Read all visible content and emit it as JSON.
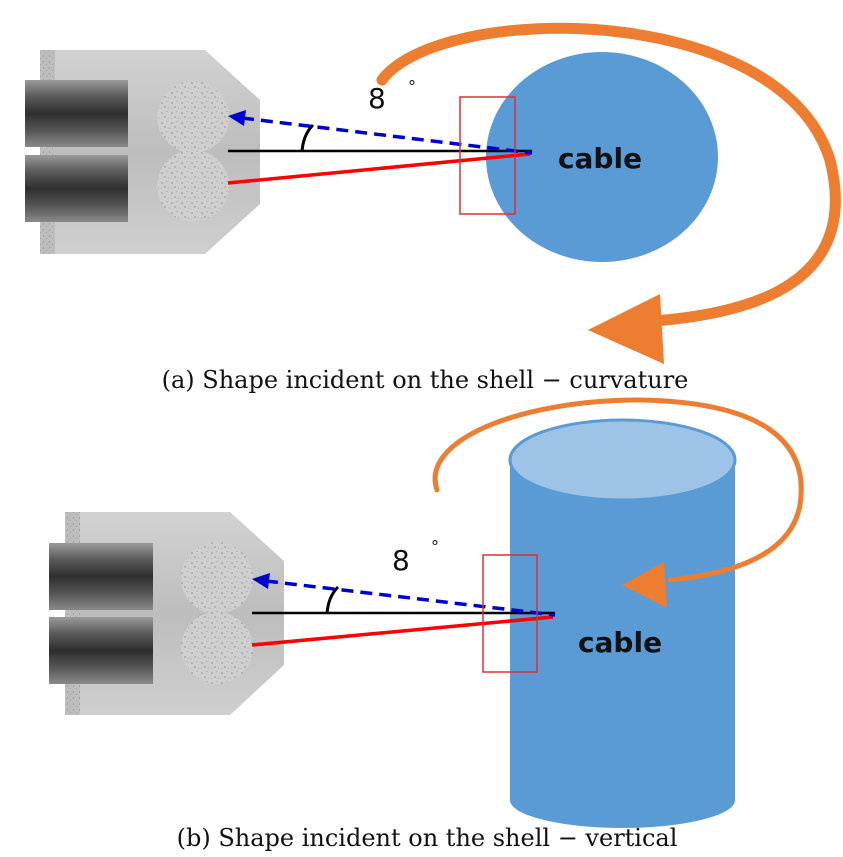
{
  "panels": [
    {
      "id": "a",
      "caption": "(a) Shape incident on the shell − curvature",
      "cable_label": "cable",
      "angle_value": "8",
      "degree_symbol": "°",
      "cable_shape": "circle"
    },
    {
      "id": "b",
      "caption": "(b) Shape incident on the shell − vertical",
      "cable_label": "cable",
      "angle_value": "8",
      "degree_symbol": "°",
      "cable_shape": "cylinder"
    }
  ],
  "colors": {
    "cable_fill": "#5b9bd5",
    "cable_top": "#9dc3e6",
    "arrow_orange": "#ed7d31",
    "incident_ray": "#ff0000",
    "reflected_ray": "#0000cc",
    "normal_line": "#000000",
    "highlight_box": "#e03030",
    "sensor_body": "#c8c8c8"
  },
  "icons": {
    "sensor": "ultrasonic-probe-icon",
    "rotation_arrow": "curved-arrow-icon"
  }
}
